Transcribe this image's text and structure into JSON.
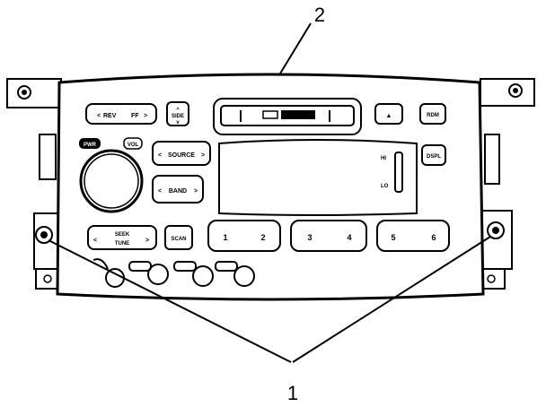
{
  "callouts": {
    "radio": "2",
    "fasteners": "1"
  },
  "buttons": {
    "rev": "REV",
    "ff": "FF",
    "side": "SIDE",
    "eject": "▲",
    "rdm": "RDM",
    "pwr": "PWR",
    "vol": "VOL",
    "source": "SOURCE",
    "band": "BAND",
    "dspl": "DSPL",
    "seek": "SEEK",
    "tune": "TUNE",
    "scan": "SCAN",
    "hi": "HI",
    "lo": "LO",
    "presets": [
      "1",
      "2",
      "3",
      "4",
      "5",
      "6"
    ]
  }
}
